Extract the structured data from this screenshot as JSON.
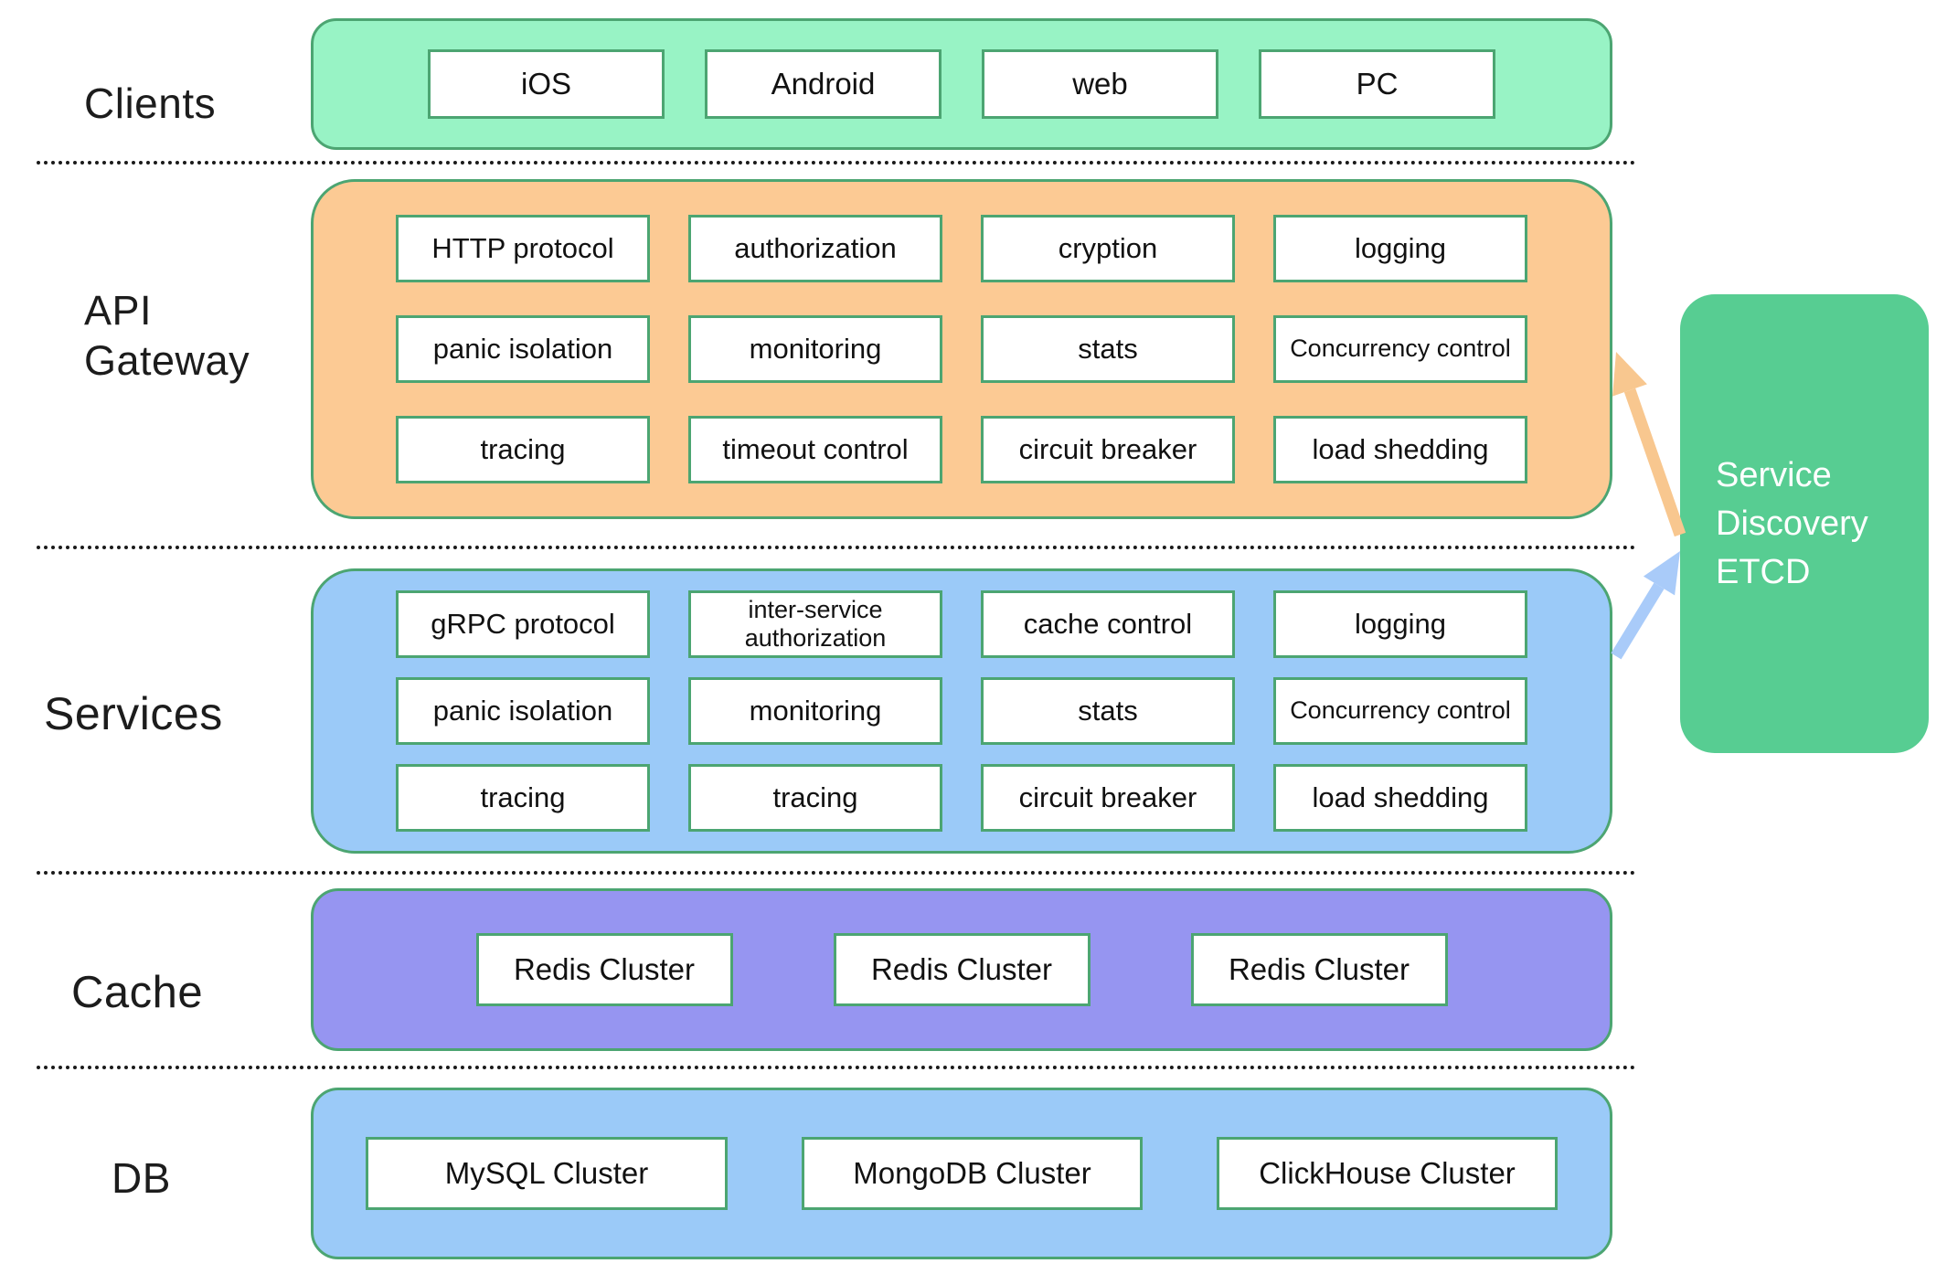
{
  "layers": {
    "clients": {
      "label": "Clients",
      "items": [
        "iOS",
        "Android",
        "web",
        "PC"
      ]
    },
    "api_gateway": {
      "label": "API Gateway",
      "rows": [
        [
          "HTTP protocol",
          "authorization",
          "cryption",
          "logging"
        ],
        [
          "panic isolation",
          "monitoring",
          "stats",
          "Concurrency control"
        ],
        [
          "tracing",
          "timeout control",
          "circuit breaker",
          "load shedding"
        ]
      ]
    },
    "services": {
      "label": "Services",
      "rows": [
        [
          "gRPC protocol",
          "inter-service authorization",
          "cache control",
          "logging"
        ],
        [
          "panic isolation",
          "monitoring",
          "stats",
          "Concurrency control"
        ],
        [
          "tracing",
          "tracing",
          "circuit breaker",
          "load shedding"
        ]
      ]
    },
    "cache": {
      "label": "Cache",
      "items": [
        "Redis Cluster",
        "Redis Cluster",
        "Redis Cluster"
      ]
    },
    "db": {
      "label": "DB",
      "items": [
        "MySQL Cluster",
        "MongoDB Cluster",
        "ClickHouse Cluster"
      ]
    }
  },
  "side_panel": {
    "label": "Service Discovery ETCD"
  },
  "arrows": [
    {
      "name": "etcd-to-api-gateway",
      "color": "#F8C78F"
    },
    {
      "name": "services-to-etcd",
      "color": "#A9CBF9"
    }
  ],
  "colors": {
    "clients_fill": "#98F3C5",
    "api_gateway_fill": "#FCCA94",
    "services_fill": "#9BCAF8",
    "cache_fill": "#9695F1",
    "db_fill": "#9BCAF8",
    "etcd_fill": "#57CD92",
    "box_border": "#4CA572",
    "etcd_text": "#FFFFFF"
  }
}
